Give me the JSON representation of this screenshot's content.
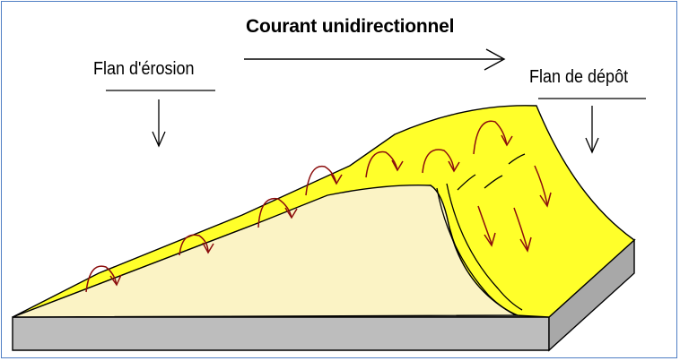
{
  "title": "Courant unidirectionnel",
  "labels": {
    "erosion_side": "Flan d'érosion",
    "deposit_side": "Flan de dépôt"
  },
  "colors": {
    "frame_border": "#4f7ec4",
    "dune_inner": "#fbf3c5",
    "dune_flank": "#ffff2a",
    "base_top": "#d6d6d6",
    "base_side": "#a8a8a8",
    "sediment_arrow": "#8b0d0d",
    "outline": "#000000"
  }
}
